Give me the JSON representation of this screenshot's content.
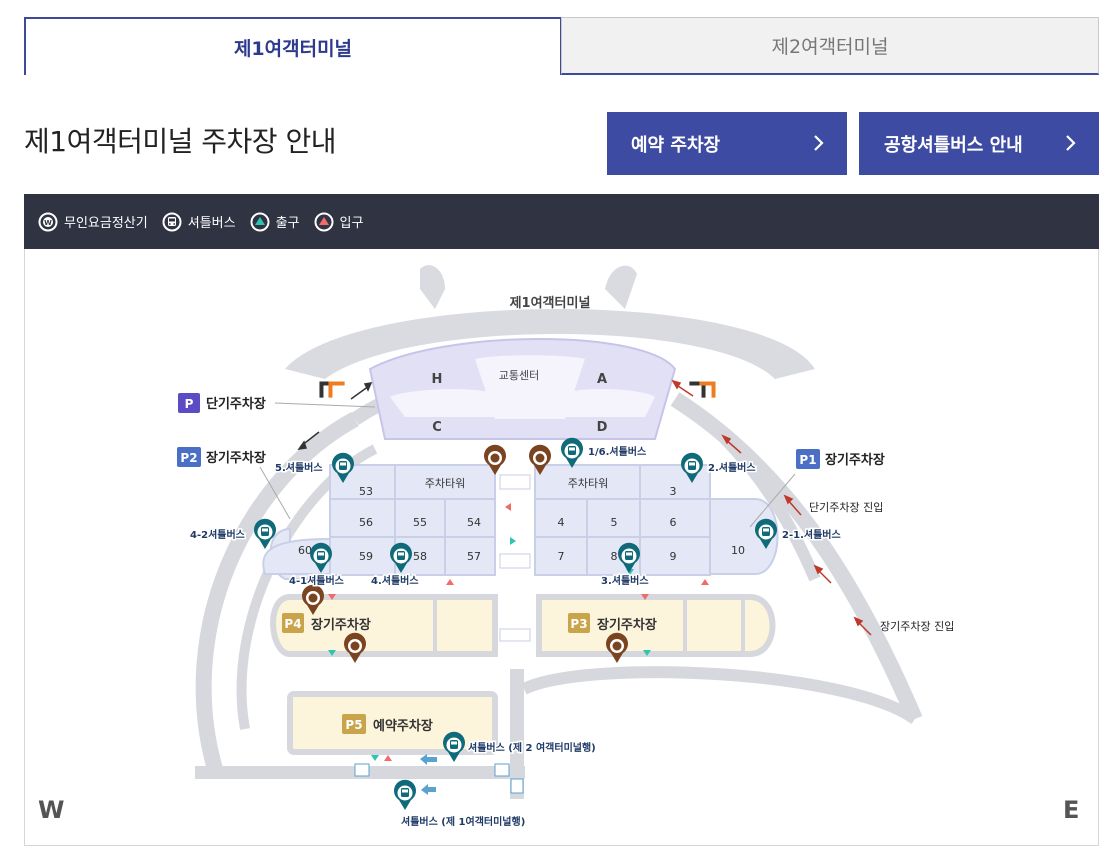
{
  "tabs": [
    {
      "label": "제1여객터미널",
      "active": true
    },
    {
      "label": "제2여객터미널",
      "active": false
    }
  ],
  "page": {
    "title": "제1여객터미널 주차장 안내"
  },
  "buttons": {
    "reserve": "예약 주차장",
    "shuttle": "공항셔틀버스 안내"
  },
  "legend": [
    {
      "icon": "payment-machine-icon",
      "label": "무인요금정산기"
    },
    {
      "icon": "shuttle-bus-icon",
      "label": "셔틀버스"
    },
    {
      "icon": "exit-icon",
      "label": "출구"
    },
    {
      "icon": "entrance-icon",
      "label": "입구"
    }
  ],
  "map": {
    "terminal": "제1여객터미널",
    "transport_center": "교통센터",
    "blocks": [
      "H",
      "A",
      "C",
      "D"
    ],
    "short_term": {
      "badge": "P",
      "label": "단기주차장"
    },
    "p1": {
      "badge": "P1",
      "label": "장기주차장"
    },
    "p2": {
      "badge": "P2",
      "label": "장기주차장"
    },
    "p3": {
      "badge": "P3",
      "label": "장기주차장"
    },
    "p4": {
      "badge": "P4",
      "label": "장기주차장"
    },
    "p5": {
      "badge": "P5",
      "label": "예약주차장"
    },
    "parking_tower": "주차타워",
    "zones_left": [
      "53",
      "56",
      "55",
      "54",
      "60",
      "59",
      "58",
      "57"
    ],
    "zones_right": [
      "3",
      "4",
      "5",
      "6",
      "7",
      "8",
      "9",
      "10"
    ],
    "shuttles": {
      "s1_6": "1/6.셔틀버스",
      "s2": "2.셔틀버스",
      "s2_1": "2-1.셔틀버스",
      "s3": "3.셔틀버스",
      "s4": "4.셔틀버스",
      "s4_1": "4-1셔틀버스",
      "s4_2": "4-2셔틀버스",
      "s5": "5.셔틀버스",
      "to_t2": "셔틀버스 (제 2 여객터미널행)",
      "to_t1": "셔틀버스 (제 1여객터미널행)"
    },
    "entries": {
      "short": "단기주차장 진입",
      "long": "장기주차장 진입"
    },
    "compass": {
      "w": "W",
      "e": "E"
    }
  },
  "colors": {
    "accent": "#3e4ba3",
    "legend_bg": "#2f3342",
    "zone_fill": "#e4e8f6",
    "long_term_fill": "#fdf4dc",
    "badge_gold": "#c9a44a",
    "badge_blue": "#4a6fc4",
    "badge_purple": "#5b4bc4",
    "road": "#d3d5da",
    "teal": "#0f6b7a",
    "brown": "#7a4420"
  }
}
